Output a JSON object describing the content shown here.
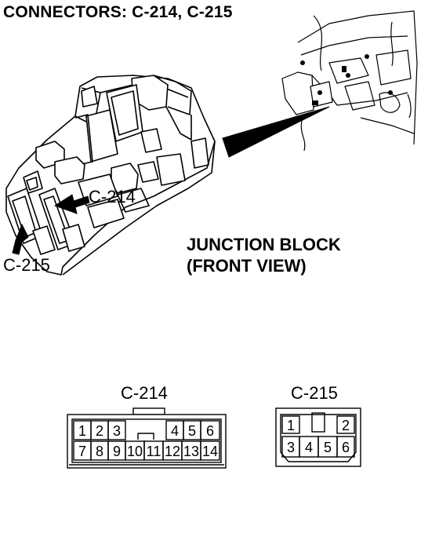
{
  "header": {
    "title": "CONNECTORS: C-214, C-215"
  },
  "junction_block": {
    "title_line1": "JUNCTION BLOCK",
    "title_line2": "(FRONT VIEW)",
    "callout_c214": "C-214",
    "callout_c215": "C-215"
  },
  "c214": {
    "name": "C-214",
    "row1": [
      "1",
      "2",
      "3",
      "4",
      "5",
      "6"
    ],
    "row2": [
      "7",
      "8",
      "9",
      "10",
      "11",
      "12",
      "13",
      "14"
    ]
  },
  "c215": {
    "name": "C-215",
    "row1": [
      "1",
      "2"
    ],
    "row2": [
      "3",
      "4",
      "5",
      "6"
    ]
  }
}
